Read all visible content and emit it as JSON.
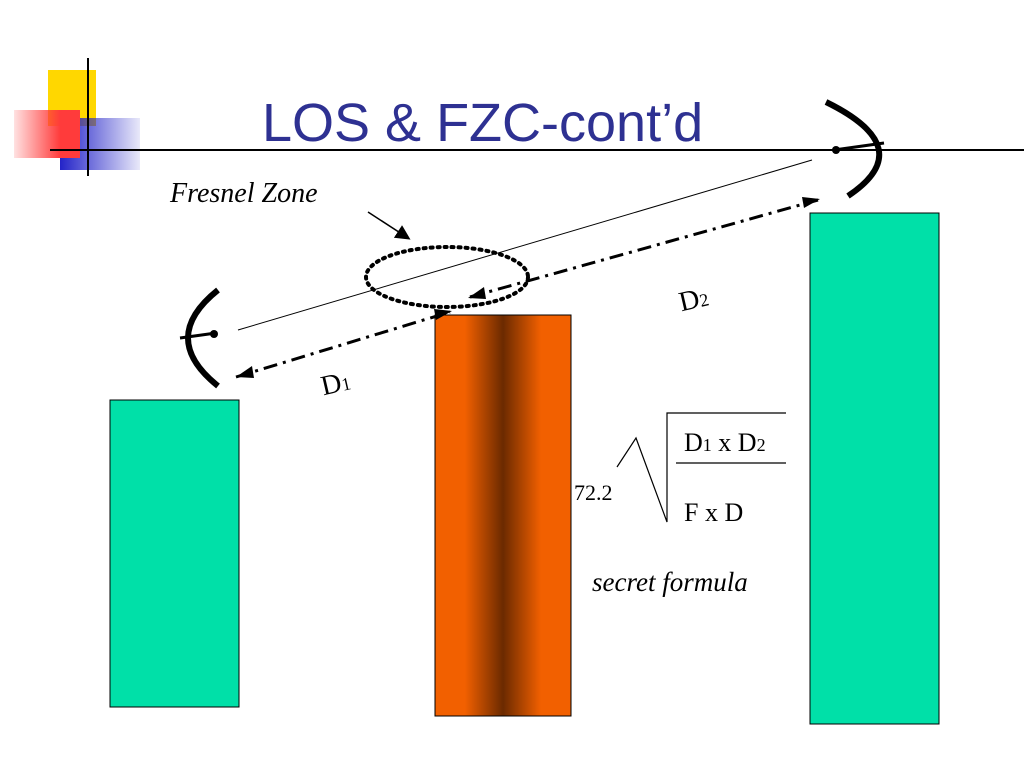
{
  "slide": {
    "title": "LOS & FZC-cont’d"
  },
  "labels": {
    "fresnel_zone": "Fresnel Zone",
    "d1": {
      "letter": "D",
      "sub": "1"
    },
    "d2": {
      "letter": "D",
      "sub": "2"
    }
  },
  "formula": {
    "coefficient": "72.2",
    "numerator": {
      "a": "D",
      "a_sub": "1",
      "op": " x ",
      "b": "D",
      "b_sub": "2"
    },
    "denominator": "F x D",
    "caption": "secret formula"
  },
  "colors": {
    "title": "#2e3192",
    "tower_left": "#00e0a8",
    "tower_right": "#00e0a8",
    "obstacle_edge": "#f26000",
    "obstacle_core": "#6b2a00",
    "deco_yellow": "#ffd700",
    "deco_red": "#ff3b3b",
    "deco_blue": "#2323c8"
  }
}
